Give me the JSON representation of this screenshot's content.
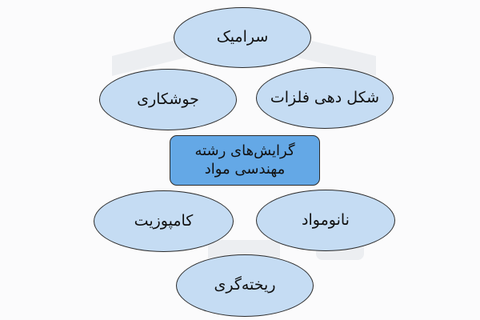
{
  "diagram": {
    "center": {
      "label": "گرایش‌های رشته\nمهندسی مواد"
    },
    "branches": {
      "ceramic": "سرامیک",
      "welding": "جوشکاری",
      "metal_forming": "شکل دهی فلزات",
      "composite": "کامپوزیت",
      "nanomaterials": "نانومواد",
      "casting": "ریخته‌گری"
    }
  },
  "colors": {
    "node_fill": "#c5dcf3",
    "center_fill": "#64a8e6",
    "outline": "#2b2b2b",
    "watermark": "#e9ebee"
  }
}
